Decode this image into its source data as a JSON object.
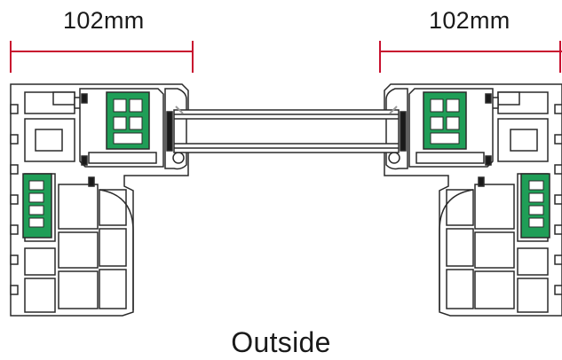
{
  "dimensions": {
    "left": "102mm",
    "right": "102mm"
  },
  "caption": "Outside",
  "colors": {
    "dimension_line": "#c8102e",
    "profile_stroke": "#2a2a2a",
    "insulation": "#1f9e57",
    "gasket": "#1a1a1a",
    "glass": "#ffffff"
  }
}
